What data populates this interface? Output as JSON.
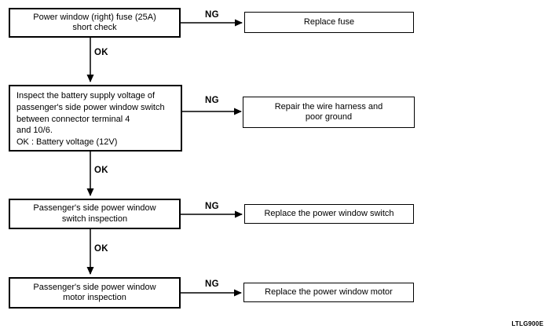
{
  "figure": {
    "background": "#ffffff",
    "ink": "#000000",
    "code": "LTLG900E"
  },
  "flowchart": {
    "labels": {
      "ok": "OK",
      "ng": "NG"
    },
    "steps": [
      {
        "id": "fuse-check",
        "text": "Power window (right) fuse (25A)\nshort check"
      },
      {
        "id": "battery-voltage-inspection",
        "text": "Inspect the battery supply voltage of\npassenger's side power window switch\nbetween connector terminal 4\nand 10/6.\nOK : Battery voltage (12V)"
      },
      {
        "id": "switch-inspection",
        "text": "Passenger's side power window\nswitch inspection"
      },
      {
        "id": "motor-inspection",
        "text": "Passenger's side power window\nmotor inspection"
      }
    ],
    "results": [
      {
        "id": "replace-fuse",
        "text": "Replace fuse"
      },
      {
        "id": "repair-harness",
        "text": "Repair the wire harness and\npoor ground"
      },
      {
        "id": "replace-switch",
        "text": "Replace the power window switch"
      },
      {
        "id": "replace-motor",
        "text": "Replace the power window motor"
      }
    ]
  }
}
